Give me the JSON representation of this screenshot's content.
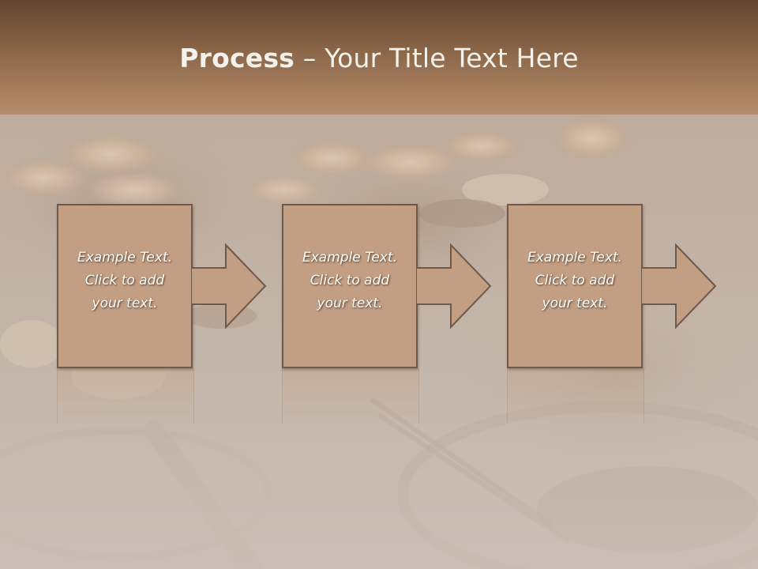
{
  "slide": {
    "title_bold": "Process",
    "title_rest": " – Your Title Text Here"
  },
  "process_steps": [
    {
      "text": "Example Text.\nClick  to add\nyour text."
    },
    {
      "text": "Example Text.\nClick  to add\nyour text."
    },
    {
      "text": "Example Text.\nClick  to add\nyour text."
    }
  ],
  "colors": {
    "header_dark": "#634430",
    "header_light": "#b48d6c",
    "step_fill": "#c29e83",
    "step_border": "#6e5a4c",
    "text": "#ffffff"
  }
}
